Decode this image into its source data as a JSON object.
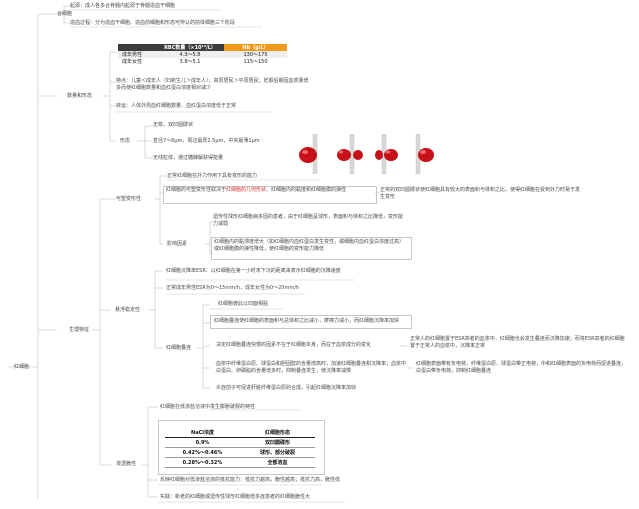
{
  "root": "红细胞",
  "origin": {
    "label": "合细胞",
    "items": [
      "起源：成人各多合骨髓内起源于骨髓造血干细胞",
      "造血过程：分为造血干细胞、造血前细胞和形态可辨认的前体细胞三个阶段"
    ]
  },
  "quantity": {
    "label": "数量和形态",
    "table": {
      "headers": [
        "",
        "RBC数量（×10¹²/L）",
        "Hb（g/L）"
      ],
      "rows": [
        [
          "成年男性",
          "4.3～5.8",
          "130～175"
        ],
        [
          "成年女性",
          "3.8～5.1",
          "115～150"
        ]
      ]
    },
    "feature": "特点：儿童＜成年人（妇新生儿＞成年人）；高原居民＞平原居民；妊娠后期因血浆量增多而使红细胞数量和血红蛋白浓度相对减少",
    "function": "转运：人体外周血红细胞数量、血红蛋白浓度低于正常",
    "shape": {
      "label": "形态",
      "items": [
        "无核，双凹圆碟状",
        "直径7～8μm，周边最厚2.5μm，中央最薄1μm",
        "无线粒体，通过糖酵解获得能量"
      ]
    }
  },
  "physiology": {
    "label": "生理特征",
    "plasticity": {
      "label": "可塑变形性",
      "intro": "正常红细胞在外力作用下具有变形的能力",
      "def_prefix": "红细胞的可塑变形性取决于",
      "def_red": "红细胞的几何形状",
      "def_suffix": "、红细胞内的黏度和红细胞膜的弹性",
      "def_note": "正常的双凹圆碟状使红细胞具有较大的表面积与体积之比，使得红细胞在受到外力时易于发生变形",
      "factors_label": "影响因素",
      "factors": [
        "遗传性球形红细胞病多因的患者，由于红细胞呈球形，表面积与体积之比降低，变形能力减弱",
        "红细胞内的黏滞度增大（如红细胞内血红蛋白发生变性，或细胞内血红蛋白浓度过高）或红细胞膜的弹性降低，使红细胞的变形能力降低"
      ]
    },
    "suspension": {
      "label": "悬浮稳定性",
      "esr_def": "红细胞沉降率ESR：以红细胞在第一小时末下沉的距离来表示红细胞的沉降速度",
      "esr_normal": "正常成年男性ESR为0～15mm/h，成年女性为0～20mm/h",
      "rouleaux_label": "红细胞叠连",
      "rouleaux": [
        "红细胞彼此以凹面相贴",
        "红细胞叠连使红细胞的表面积与总体积之比减小，摩擦力减小，而红细胞沉降率加快",
        "决定红细胞叠连快慢的因素不在于红细胞本身，而在于血浆成分的变化",
        "血浆中纤维蛋白原、球蛋白和胆固醇的含量增高时，加速红细胞叠连和沉降率；血浆中白蛋白、卵磷脂的含量增多时，抑制叠连发生，使沉降率减慢",
        "炎症前子可促进肝脏纤维蛋白原的合成，引起红细胞沉降率加快"
      ],
      "rouleaux_note": "正常人的红细胞置于ESR高者的血浆中，红细胞也会发生叠连而沉降加速；而将ESR高者的红细胞置于正常人的血浆中，沉降率正常",
      "fibro_note": "红细胞表面带有负电荷，纤维蛋白原、球蛋白带正电荷，中和红细胞表面的负电荷而促进叠连，白蛋白带负电荷，抑制红细胞叠连"
    },
    "osmotic": {
      "label": "渗透脆性",
      "intro": "红细胞在低渗盐溶液中发生膨胀破裂的特性",
      "table": {
        "headers": [
          "NaCl浓度",
          "红细胞形态"
        ],
        "rows": [
          [
            "0.9%",
            "双凹圆碟形"
          ],
          [
            "0.42%～0.46%",
            "球形、部分破裂"
          ],
          [
            "0.28%～0.32%",
            "全部溶血"
          ]
        ]
      },
      "items": [
        "反映红细胞对低渗盐溶液的抵抗能力：抵抗力越高，脆性越高；抵抗力高，脆性低",
        "实践：新老的红细胞或遗传性球形红细胞增多症患者的红细胞脆性大"
      ]
    }
  }
}
